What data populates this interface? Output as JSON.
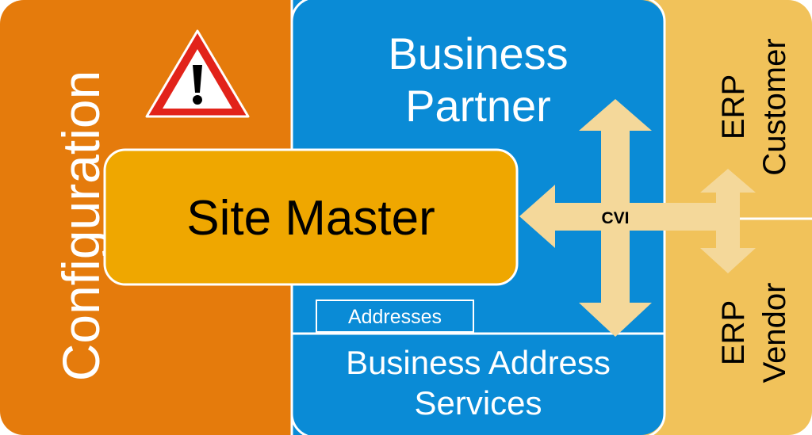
{
  "labels": {
    "configuration": "Configuration",
    "business_partner_line1": "Business",
    "business_partner_line2": "Partner",
    "site_master": "Site Master",
    "cvi": "CVI",
    "addresses": "Addresses",
    "bas_line1": "Business Address",
    "bas_line2": "Services",
    "erp_customer_line1": "ERP",
    "erp_customer_line2": "Customer",
    "erp_vendor_line1": "ERP",
    "erp_vendor_line2": "Vendor"
  },
  "icons": {
    "warning": "warning-triangle-icon",
    "arrows": "double-headed-arrow-icon"
  },
  "colors": {
    "configuration_bg": "#E57B0C",
    "business_partner_bg": "#0A8BD6",
    "erp_bg": "#F1C25A",
    "site_master_bg": "#EFA700",
    "arrow_fill": "#F4D89A",
    "warning_red": "#E2231A",
    "white": "#FFFFFF",
    "text_dark": "#000000"
  }
}
